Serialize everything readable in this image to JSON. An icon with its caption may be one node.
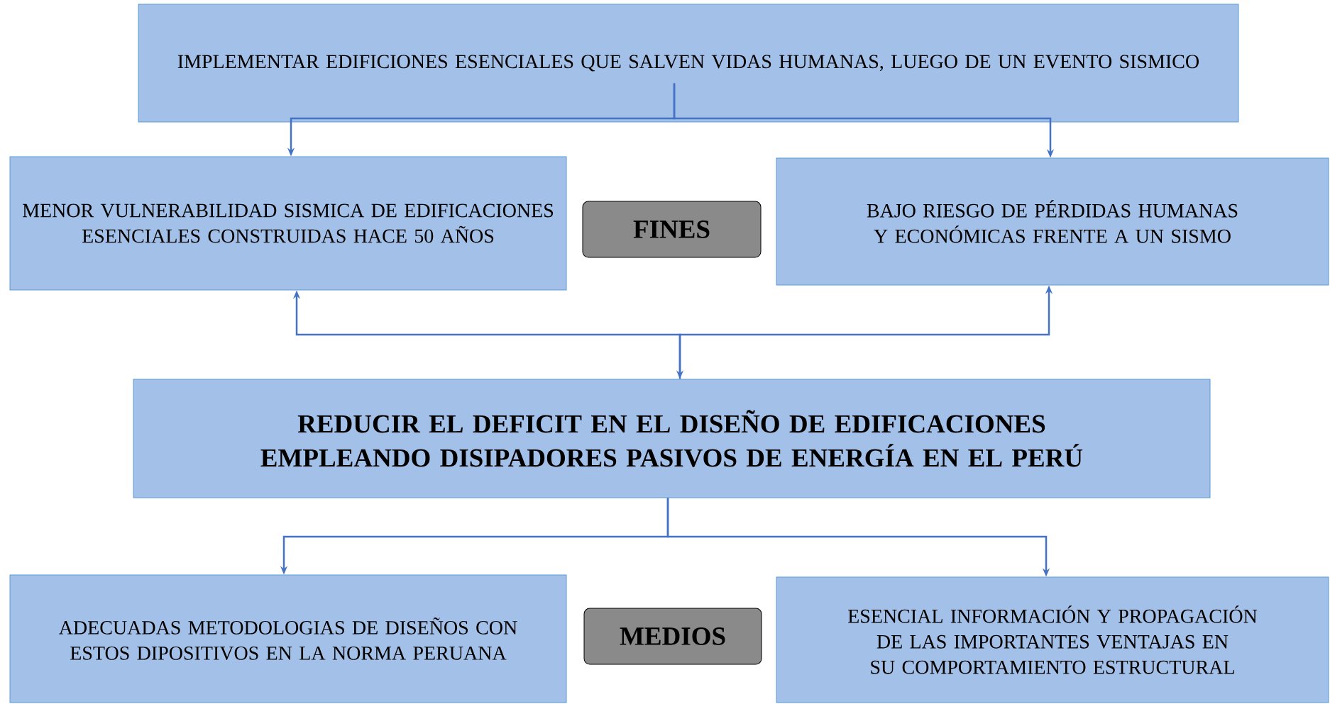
{
  "diagram": {
    "nodes": [
      {
        "text": [
          "IMPLEMENTAR EDIFICIONES ESENCIALES QUE SALVEN VIDAS HUMANAS, LUEGO DE UN EVENTO SISMICO"
        ]
      },
      {
        "text": [
          "MENOR VULNERABILIDAD SISMICA DE EDIFICACIONES ESENCIALES CONSTRUIDAS HACE 50 AÑOS"
        ]
      },
      {
        "text": [
          "FINES"
        ]
      },
      {
        "text": [
          "BAJO RIESGO DE PÉRDIDAS HUMANAS Y ECONÓMICAS FRENTE A UN SISMO"
        ]
      },
      {
        "text": [
          "REDUCIR EL DEFICIT EN EL DISEÑO DE EDIFICACIONES EMPLEANDO DISIPADORES PASIVOS DE ENERGÍA EN EL PERÚ"
        ]
      },
      {
        "text": [
          "ADECUADAS METODOLOGIAS DE DISEÑOS CON ESTOS DIPOSITIVOS EN LA NORMA PERUANA"
        ]
      },
      {
        "text": [
          "MEDIOS"
        ]
      },
      {
        "text": [
          "ESENCIAL INFORMACIÓN Y PROPAGACIÓN DE LAS IMPORTANTES VENTAJAS EN SU COMPORTAMIENTO ESTRUCTURAL"
        ]
      }
    ],
    "edges": [
      {
        "from": 0,
        "to": 1,
        "arrow": "to"
      },
      {
        "from": 0,
        "to": 3,
        "arrow": "to"
      },
      {
        "from": 4,
        "to": 1,
        "arrow": "both"
      },
      {
        "from": 4,
        "to": 3,
        "arrow": "to"
      },
      {
        "from": 4,
        "to": 5,
        "arrow": "to"
      },
      {
        "from": 4,
        "to": 7,
        "arrow": "to"
      }
    ]
  }
}
